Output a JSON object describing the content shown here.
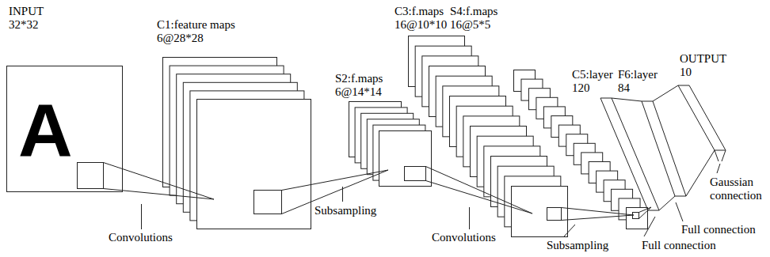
{
  "diagram": {
    "nodes": [
      {
        "text": [
          "INPUT 32*32",
          "A"
        ]
      },
      {
        "text": [
          "C1:feature maps 6@28*28"
        ]
      },
      {
        "text": [
          "S2:f.maps 6@14*14"
        ]
      },
      {
        "text": [
          "C3:f.maps 16@10*10"
        ]
      },
      {
        "text": [
          "S4:f.maps 16@5*5"
        ]
      },
      {
        "text": [
          "C5:layer 120"
        ]
      },
      {
        "text": [
          "F6:layer 84"
        ]
      },
      {
        "text": [
          "OUTPUT 10"
        ]
      }
    ],
    "edges": [
      {
        "from": 0,
        "to": 1,
        "arrow": "none"
      },
      {
        "from": 1,
        "to": 2,
        "arrow": "none"
      },
      {
        "from": 2,
        "to": 3,
        "arrow": "none"
      },
      {
        "from": 3,
        "to": 4,
        "arrow": "none"
      },
      {
        "from": 4,
        "to": 5,
        "arrow": "none"
      },
      {
        "from": 5,
        "to": 6,
        "arrow": "none"
      },
      {
        "from": 6,
        "to": 7,
        "arrow": "none"
      }
    ],
    "labels": [
      "Convolutions",
      "Subsampling",
      "Convolutions",
      "Subsampling",
      "Full connection",
      "Full connection",
      "Gaussian connection"
    ]
  }
}
